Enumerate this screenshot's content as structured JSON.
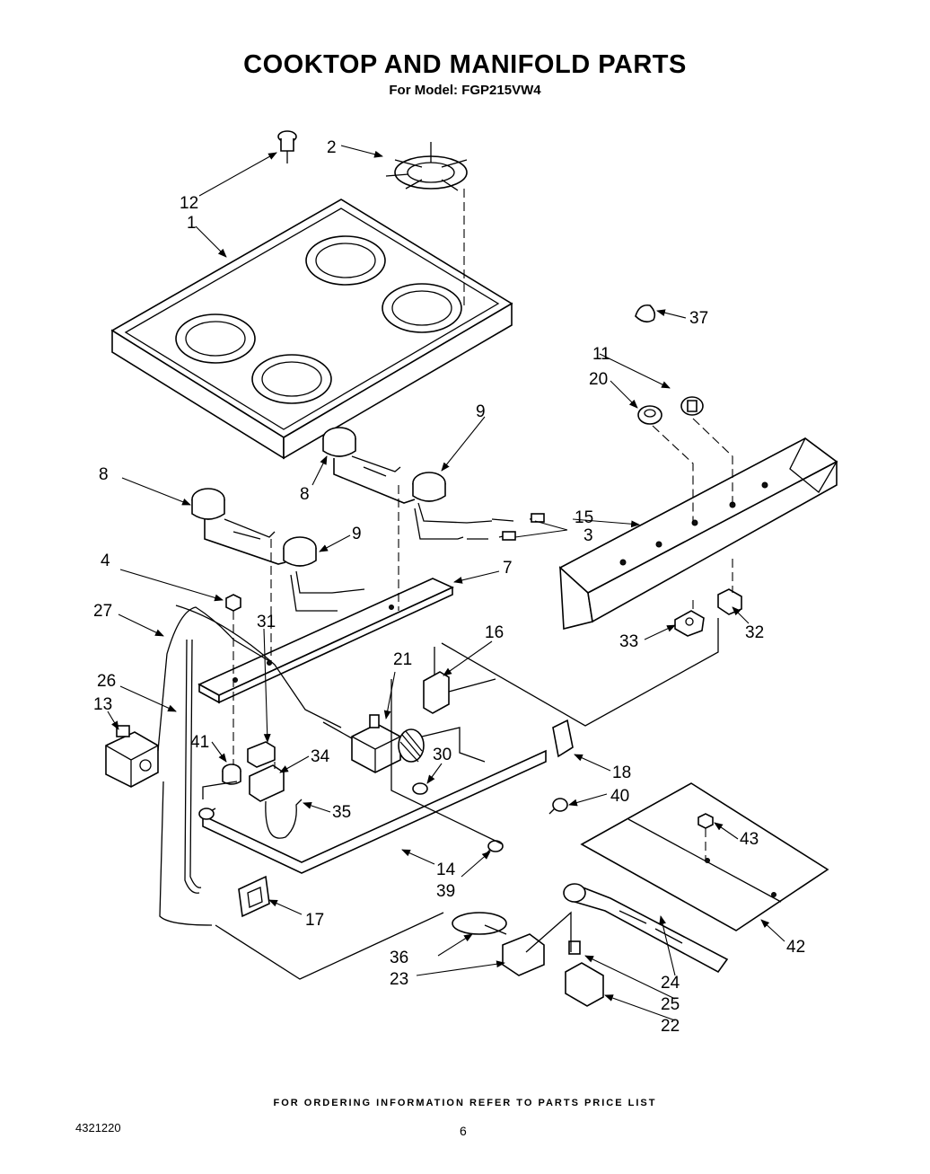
{
  "header": {
    "title": "COOKTOP AND MANIFOLD PARTS",
    "model_line": "For Model: FGP215VW4"
  },
  "footer": {
    "ordering_note": "FOR ORDERING INFORMATION REFER TO PARTS PRICE LIST",
    "document_number": "4321220",
    "page_number": "6"
  },
  "callouts": {
    "p1": "1",
    "p2": "2",
    "p3": "3",
    "p4": "4",
    "p7": "7",
    "p8a": "8",
    "p8b": "8",
    "p9a": "9",
    "p9b": "9",
    "p11": "11",
    "p12": "12",
    "p13": "13",
    "p14": "14",
    "p15": "15",
    "p16": "16",
    "p17": "17",
    "p18": "18",
    "p20": "20",
    "p21": "21",
    "p22": "22",
    "p23": "23",
    "p24": "24",
    "p25": "25",
    "p26": "26",
    "p27": "27",
    "p30": "30",
    "p31": "31",
    "p32": "32",
    "p33": "33",
    "p34": "34",
    "p35": "35",
    "p36": "36",
    "p37": "37",
    "p39": "39",
    "p40": "40",
    "p41": "41",
    "p42": "42",
    "p43": "43"
  }
}
